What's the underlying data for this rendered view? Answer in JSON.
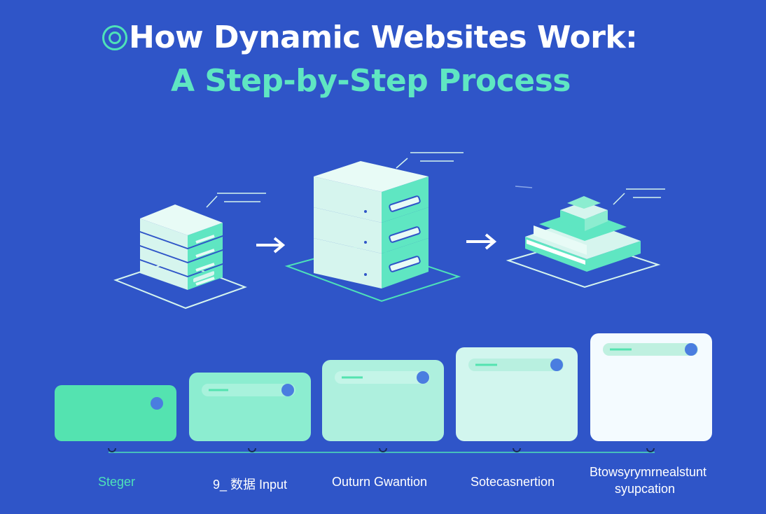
{
  "title": {
    "line1": "How Dynamic Websites Work:",
    "line2": "A Step-by-Step Process"
  },
  "icons": {
    "title_icon": "target-ring-icon",
    "arrow": "arrow-right-icon",
    "server": "server-stack-icon",
    "output": "layered-output-icon"
  },
  "colors": {
    "background": "#2f55c8",
    "accent": "#4ee2b8",
    "server_top": "#d6f5ee",
    "server_side": "#5fe6c2",
    "dot": "#4a7de0"
  },
  "steps": [
    {
      "label": "Steger",
      "fill": "#54e3b0"
    },
    {
      "label": "9_ 数据 Input",
      "fill": "#8cedd0"
    },
    {
      "label": "Outurn Gwantion",
      "fill": "#aef0de"
    },
    {
      "label": "Sotecasnertion",
      "fill": "#d2f6ee"
    },
    {
      "label": "Btowsyrymrnealstunt",
      "label2": "syupcation",
      "fill": "#f4fbff"
    }
  ]
}
